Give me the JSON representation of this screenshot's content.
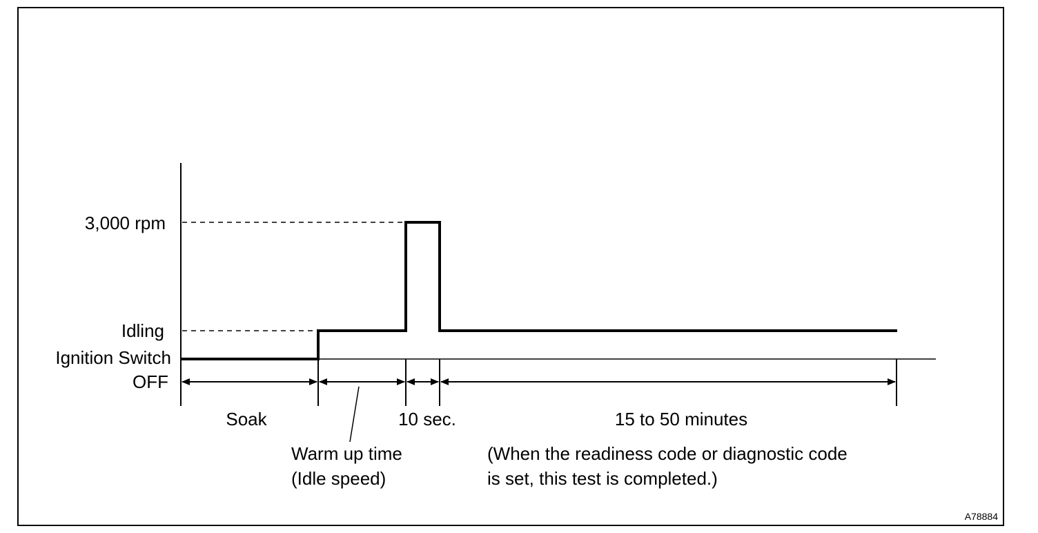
{
  "labels": {
    "rpm_3000": "3,000 rpm",
    "idling": "Idling",
    "ignition_switch": "Ignition Switch",
    "off": "OFF",
    "soak": "Soak",
    "ten_sec": "10 sec.",
    "fifteen_to_fifty": "15 to 50 minutes",
    "warm_up_line1": "Warm up time",
    "warm_up_line2": "(Idle speed)",
    "note_line1": "(When the readiness code or diagnostic code",
    "note_line2": "is set, this test is completed.)",
    "figure_id": "A78884"
  }
}
